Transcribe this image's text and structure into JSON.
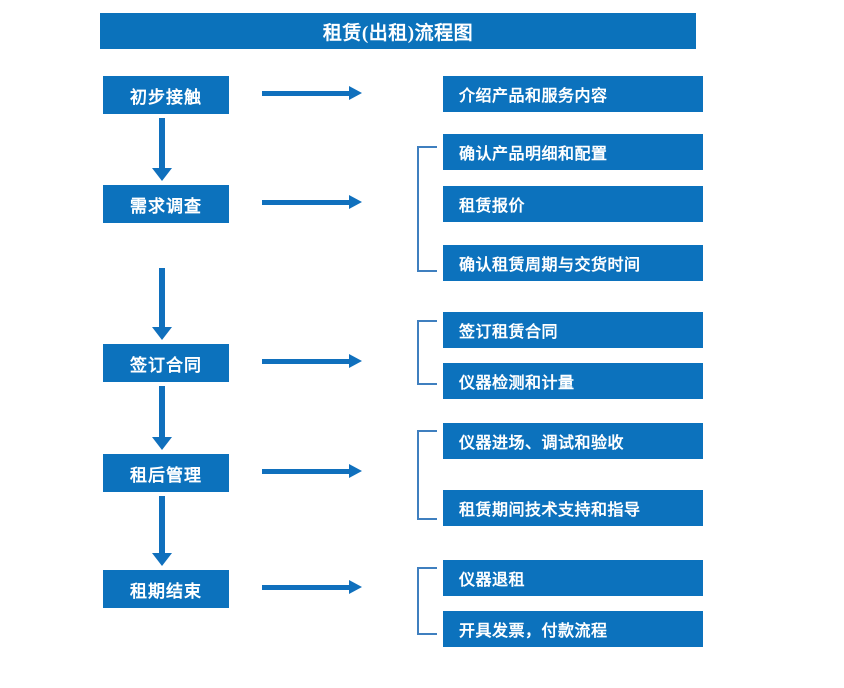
{
  "title": "租赁(出租)流程图",
  "colors": {
    "box_fill": "#0c72bd",
    "title_fill": "#0b72bb",
    "arrow": "#1070bd",
    "bracket": "#3f7fbf",
    "text": "#ffffff",
    "background": "#ffffff"
  },
  "stages": [
    {
      "label": "初步接触"
    },
    {
      "label": "需求调查"
    },
    {
      "label": "签订合同"
    },
    {
      "label": "租后管理"
    },
    {
      "label": "租期结束"
    }
  ],
  "details": [
    {
      "label": "介绍产品和服务内容"
    },
    {
      "label": "确认产品明细和配置"
    },
    {
      "label": "租赁报价"
    },
    {
      "label": "确认租赁周期与交货时间"
    },
    {
      "label": "签订租赁合同"
    },
    {
      "label": "仪器检测和计量"
    },
    {
      "label": "仪器进场、调试和验收"
    },
    {
      "label": "租赁期间技术支持和指导"
    },
    {
      "label": "仪器退租"
    },
    {
      "label": "开具发票，付款流程"
    }
  ]
}
